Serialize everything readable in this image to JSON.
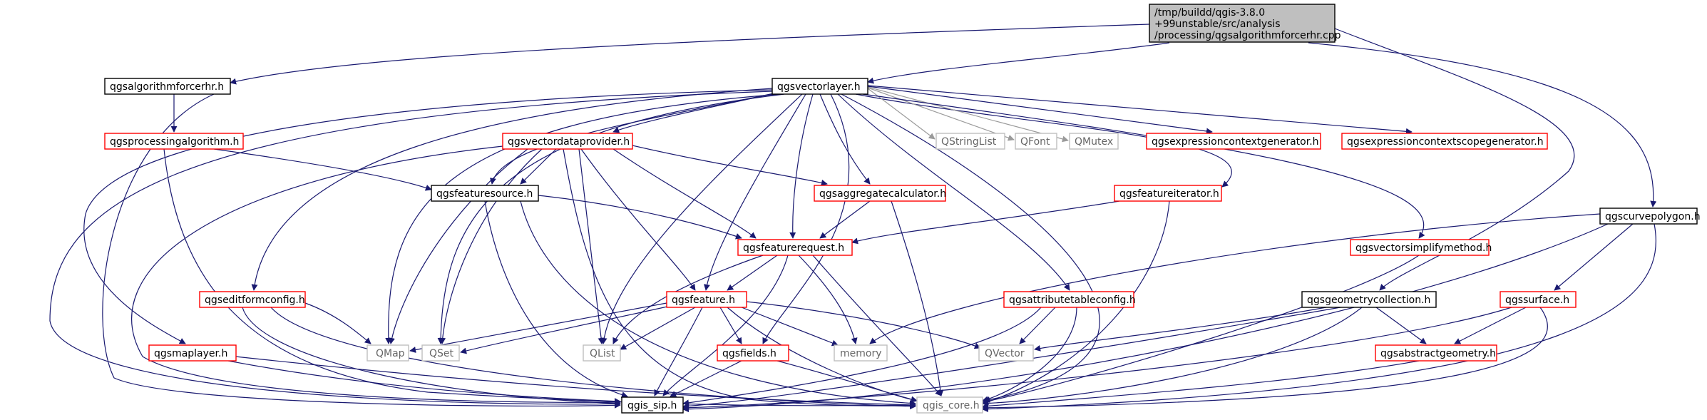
{
  "nodes": {
    "root": [
      "/tmp/buildd/qgis-3.8.0",
      "+99unstable/src/analysis",
      "/processing/qgsalgorithmforcerhr.cpp"
    ],
    "qgsalgorithmforcerhr": "qgsalgorithmforcerhr.h",
    "qgsvectorlayer": "qgsvectorlayer.h",
    "qgscurvepolygon": "qgscurvepolygon.h",
    "qgsprocessingalgorithm": "qgsprocessingalgorithm.h",
    "qgsvectordataprovider": "qgsvectordataprovider.h",
    "qstringlist": "QStringList",
    "qfont": "QFont",
    "qmutex": "QMutex",
    "qgsexpressioncontextgenerator": "qgsexpressioncontextgenerator.h",
    "qgsexpressioncontextscopegenerator": "qgsexpressioncontextscopegenerator.h",
    "qgsfeaturesource": "qgsfeaturesource.h",
    "qgsaggregatecalculator": "qgsaggregatecalculator.h",
    "qgsfeatureiterator": "qgsfeatureiterator.h",
    "qgsfeaturerequest": "qgsfeaturerequest.h",
    "qgsvectorsimplifymethod": "qgsvectorsimplifymethod.h",
    "qgseditformconfig": "qgseditformconfig.h",
    "qgsfeature": "qgsfeature.h",
    "qgsattributetableconfig": "qgsattributetableconfig.h",
    "qgsgeometrycollection": "qgsgeometrycollection.h",
    "qgssurface": "qgssurface.h",
    "qgsmaplayer": "qgsmaplayer.h",
    "qmap": "QMap",
    "qset": "QSet",
    "qlist": "QList",
    "qgsfields": "qgsfields.h",
    "memory": "memory",
    "qvector": "QVector",
    "qgsabstractgeometry": "qgsabstractgeometry.h",
    "qgis_sip": "qgis_sip.h",
    "qgis_core": "qgis_core.h"
  },
  "colors": {
    "edge": "#191970",
    "root_fill": "#bfbfbf",
    "border_default": "#000000",
    "border_incomplete": "#ff0000",
    "border_external": "#bfbfbf"
  }
}
